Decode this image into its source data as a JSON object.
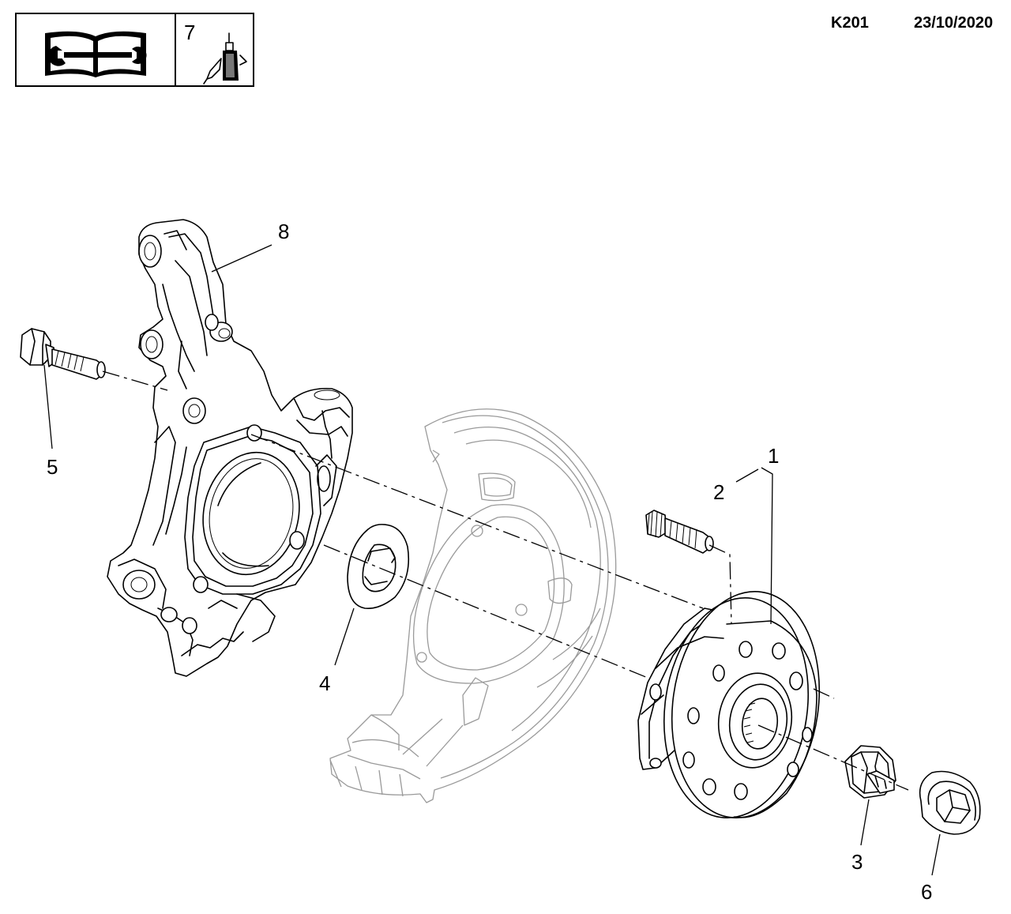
{
  "header": {
    "code": "K201",
    "date": "23/10/2020",
    "note_number": "7",
    "manual_icon": "repair-manual-icon",
    "adhesive_icon": "thread-locker-bottle-icon"
  },
  "callouts": {
    "c1": "1",
    "c2": "2",
    "c3": "3",
    "c4": "4",
    "c5": "5",
    "c6": "6",
    "c8": "8"
  }
}
